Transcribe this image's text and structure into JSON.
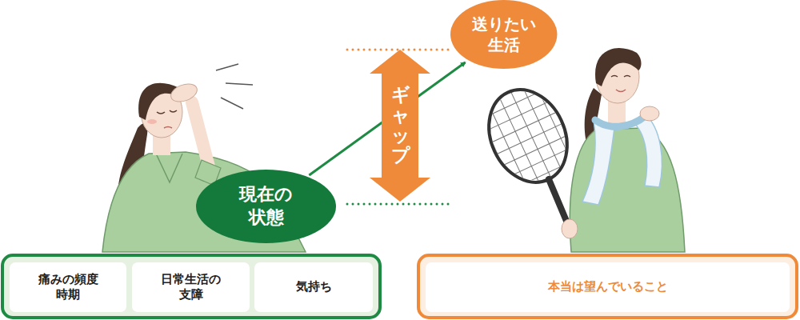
{
  "diagram": {
    "nodes": [
      {
        "text": [
          "現在の 状態"
        ]
      },
      {
        "text": [
          "ギャップ"
        ]
      },
      {
        "text": [
          "送りたい 生活"
        ]
      },
      {
        "text": [
          "痛みの頻度 時期"
        ]
      },
      {
        "text": [
          "日常生活の 支障"
        ]
      },
      {
        "text": [
          "気持ち"
        ]
      },
      {
        "text": [
          "本当は望んでいること"
        ]
      }
    ],
    "edges": [
      {
        "from": 0,
        "to": 2,
        "arrow": "to"
      }
    ]
  }
}
